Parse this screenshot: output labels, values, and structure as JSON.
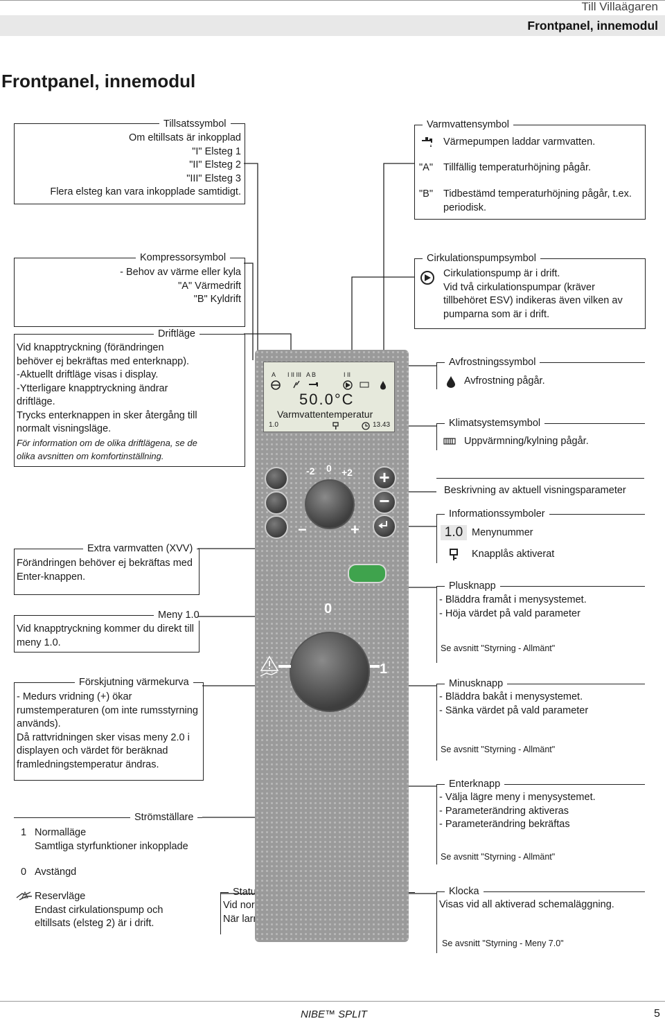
{
  "header": {
    "breadcrumb": "Till Villaägaren",
    "section": "Frontpanel, innemodul"
  },
  "page_title": "Frontpanel, innemodul",
  "boxes": {
    "tillsats": {
      "title": "Tillsatssymbol",
      "lines": [
        "Om eltillsats är inkopplad",
        "\"I\"   Elsteg 1",
        "\"II\"   Elsteg 2",
        "\"III\"   Elsteg 3",
        "Flera elsteg kan vara inkopplade samtidigt."
      ]
    },
    "varmvatten": {
      "title": "Varmvattensymbol",
      "r1": "Värmepumpen laddar varmvatten.",
      "a_lbl": "\"A\"",
      "a_txt": "Tillfällig temperaturhöjning pågår.",
      "b_lbl": "\"B\"",
      "b_txt": "Tidbestämd temperaturhöjning pågår, t.ex.",
      "b_txt2": "periodisk."
    },
    "kompressor": {
      "title": "Kompressorsymbol",
      "lines": [
        "- Behov av värme eller kyla",
        "\"A\" Värmedrift",
        "\"B\" Kyldrift"
      ]
    },
    "cirk": {
      "title": "Cirkulationspumpsymbol",
      "lines": [
        "Cirkulationspump är i drift.",
        "Vid två cirkulationspumpar (kräver",
        "tillbehöret ESV) indikeras även vilken av",
        "pumparna som är i drift."
      ]
    },
    "driftlage": {
      "title": "Driftläge",
      "lines": [
        "Vid knapptryckning (förändringen",
        "behöver ej bekräftas med enterknapp).",
        "-Aktuellt driftläge visas i display.",
        "-Ytterligare knapptryckning ändrar",
        "driftläge.",
        "Trycks enterknappen in sker återgång till",
        "normalt visningsläge."
      ],
      "note1": "För information om de olika driftlägena, se de",
      "note2": "olika avsnitten om komfortinställning."
    },
    "avfrost": {
      "title": "Avfrostningssymbol",
      "text": "Avfrostning pågår."
    },
    "klimat": {
      "title": "Klimatsystemsymbol",
      "text": "Uppvärmning/kylning pågår."
    },
    "beskrivning": {
      "text": "Beskrivning av aktuell visningsparameter"
    },
    "info": {
      "title": "Informationssymboler",
      "menu_icon": "1.0",
      "menu_txt": "Menynummer",
      "lock_txt": "Knapplås aktiverat"
    },
    "xvv": {
      "title": "Extra varmvatten (XVV)",
      "lines": [
        "Förändringen behöver ej bekräftas med",
        "Enter-knappen."
      ]
    },
    "plus": {
      "title": "Plusknapp",
      "lines": [
        "- Bläddra framåt i menysystemet.",
        "- Höja värdet på vald parameter"
      ],
      "ref": "Se avsnitt \"Styrning - Allmänt\""
    },
    "meny": {
      "title": "Meny 1.0",
      "lines": [
        "Vid knapptryckning kommer du direkt till",
        "meny 1.0."
      ]
    },
    "forskj": {
      "title": "Förskjutning värmekurva",
      "lines": [
        "- Medurs vridning (+) ökar",
        "rumstemperaturen (om inte rumsstyrning",
        "används).",
        "Då rattvridningen sker visas meny 2.0 i",
        "displayen och värdet för beräknad",
        "framledningstemperatur ändras."
      ]
    },
    "minus": {
      "title": "Minusknapp",
      "lines": [
        "- Bläddra bakåt i menysystemet.",
        "- Sänka värdet på vald parameter"
      ],
      "ref": "Se avsnitt \"Styrning - Allmänt\""
    },
    "enter": {
      "title": "Enterknapp",
      "lines": [
        "- Välja lägre meny i menysystemet.",
        "- Parameterändring aktiveras",
        "- Parameterändring bekräftas"
      ],
      "ref": "Se avsnitt \"Styrning - Allmänt\""
    },
    "strom": {
      "title": "Strömställare",
      "n1": "1",
      "l1a": "Normalläge",
      "l1b": "Samtliga styrfunktioner inkopplade",
      "n0": "0",
      "l0": "Avstängd",
      "lr1": "Reservläge",
      "lr2": "Endast cirkulationspump och",
      "lr3": "eltillsats (elsteg 2) är i drift."
    },
    "status": {
      "title": "Statuslampa",
      "lines": [
        "Vid normal drift lyser statuslampan grönt.",
        "När larm inträffar lyser den rött."
      ]
    },
    "klocka": {
      "title": "Klocka",
      "line": "Visas vid all aktiverad schemaläggning.",
      "ref": "Se avsnitt \"Styrning - Meny 7.0\""
    }
  },
  "display": {
    "top_a": "A",
    "top_levels": "I II III",
    "top_ab": "A B",
    "top_iii": "I II",
    "temp": "50.0°C",
    "param": "Varmvattentemperatur",
    "menu": "1.0",
    "time": "13.43"
  },
  "dial": {
    "minus2": "-2",
    "zero": "0",
    "plus2": "+2",
    "minus": "−",
    "plus": "+"
  },
  "switch": {
    "zero": "0",
    "one": "1"
  },
  "footer": {
    "brand": "NIBE™ SPLIT",
    "page": "5"
  },
  "colors": {
    "status_lamp": "#3fa34d",
    "panel": "#9a9a9a",
    "lcd": "#e6e9dc"
  }
}
